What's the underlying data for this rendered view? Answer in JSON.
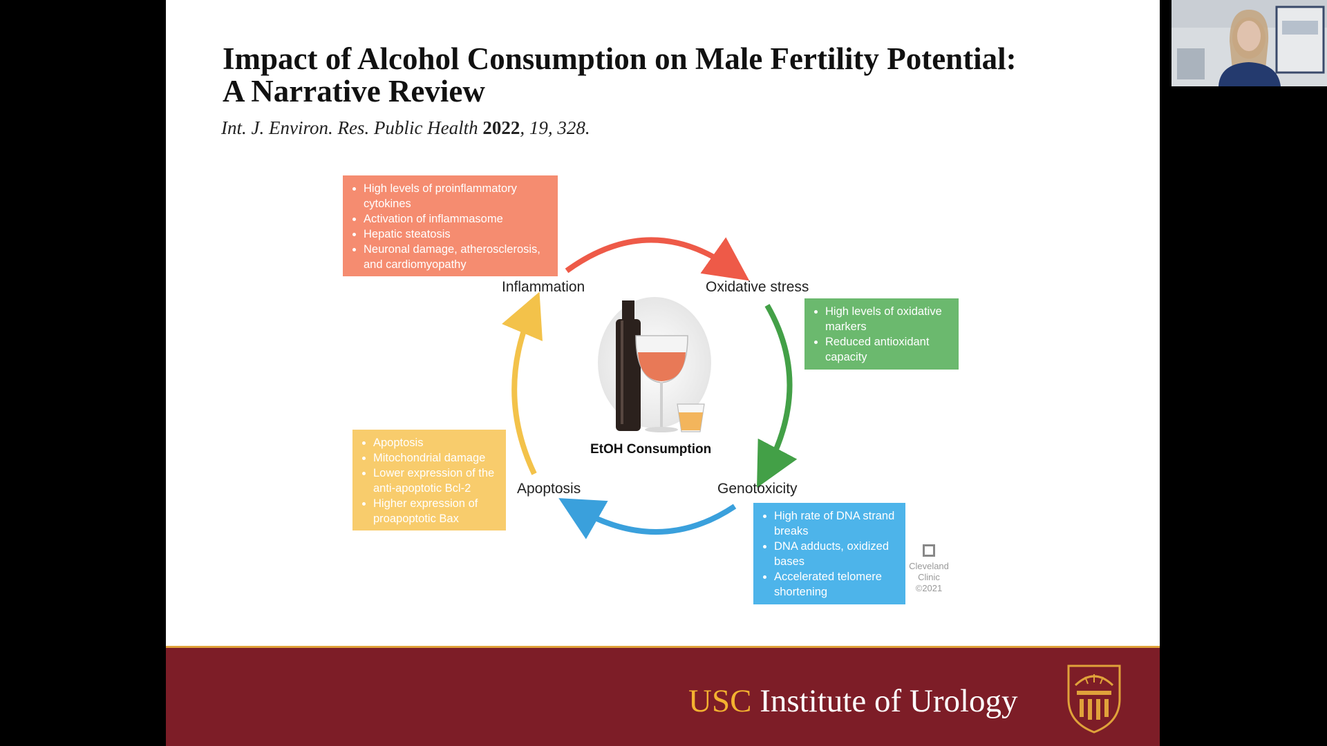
{
  "slide": {
    "title_line1": "Impact of Alcohol Consumption on Male Fertility Potential:",
    "title_line2": "A Narrative Review",
    "citation": {
      "journal": "Int. J. Environ. Res. Public Health",
      "year": "2022",
      "rest": ", 19, 328."
    }
  },
  "diagram": {
    "center_label": "EtOH Consumption",
    "nodes": {
      "inflammation": "Inflammation",
      "oxidative": "Oxidative stress",
      "genotoxicity": "Genotoxicity",
      "apoptosis": "Apoptosis"
    },
    "boxes": {
      "inflammation": [
        "High levels of proinflammatory cytokines",
        "Activation of inflammasome",
        "Hepatic steatosis",
        "Neuronal damage, atherosclerosis, and cardiomyopathy"
      ],
      "oxidative": [
        "High levels of oxidative markers",
        "Reduced antioxidant capacity"
      ],
      "apoptosis": [
        "Apoptosis",
        "Mitochondrial damage",
        "Lower expression of the anti-apoptotic Bcl-2",
        "Higher expression of proapoptotic Bax"
      ],
      "genotoxicity": [
        "High rate of DNA strand breaks",
        "DNA adducts, oxidized bases",
        "Accelerated telomere shortening"
      ]
    },
    "credit": {
      "line1": "Cleveland",
      "line2": "Clinic",
      "line3": "©2021"
    },
    "colors": {
      "inflammation": "#f58c70",
      "oxidative": "#6bb96e",
      "apoptosis": "#f8cc6c",
      "genotoxicity": "#4db4ea",
      "arrow_red": "#ee5a48",
      "arrow_green": "#43a047",
      "arrow_blue": "#3aa0dc",
      "arrow_yellow": "#f3c24a"
    }
  },
  "footer": {
    "usc": "USC",
    "institute": " Institute of Urology",
    "seal_icon": "usc-seal-icon"
  },
  "video": {
    "participant_icon": "participant-video-icon"
  }
}
